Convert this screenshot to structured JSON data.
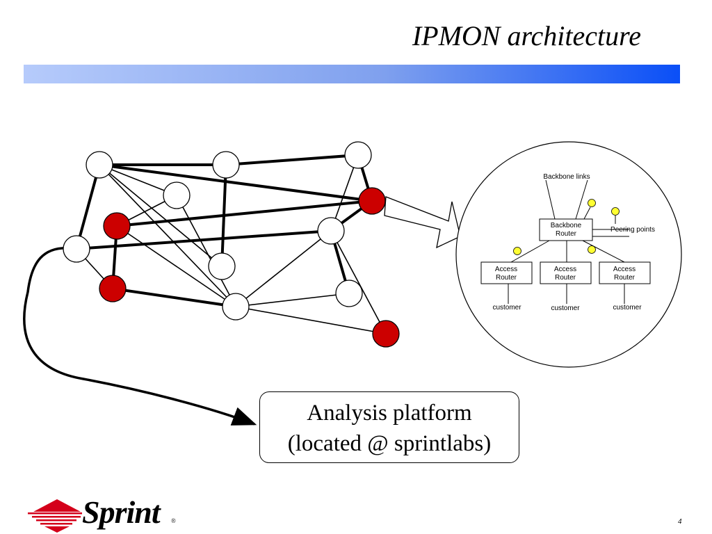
{
  "slide": {
    "title": "IPMON architecture",
    "page_number": "4"
  },
  "analysis_platform": {
    "line1": "Analysis platform",
    "line2": "(located @ sprintlabs)"
  },
  "inset": {
    "backbone_links": "Backbone links",
    "backbone_router_line1": "Backbone",
    "backbone_router_line2": "Router",
    "peering_points": "Peering points",
    "access_router_line1": "Access",
    "access_router_line2": "Router",
    "customer": "customer"
  },
  "logo": {
    "text": "Sprint",
    "mark": "®"
  },
  "colors": {
    "monitored_node": "#cc0000",
    "plain_node": "#ffffff",
    "tap": "#ffff33",
    "title_bar_start": "#b6cbfb",
    "title_bar_end": "#0a4ff7",
    "logo_red": "#d4001a"
  }
}
